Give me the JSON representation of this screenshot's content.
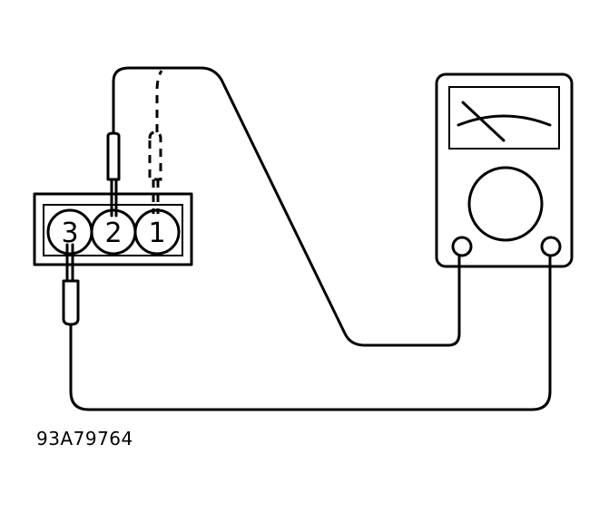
{
  "connector": {
    "pins": [
      {
        "label": "3"
      },
      {
        "label": "2"
      },
      {
        "label": "1"
      }
    ]
  },
  "figure_code": "93A79764"
}
